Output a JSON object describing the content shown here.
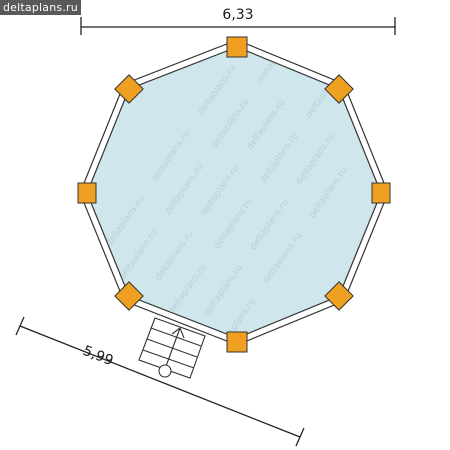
{
  "site_label": "deltaplans.ru",
  "watermark_text": "deltaplans.ru",
  "dimensions": {
    "top_width": "6,33",
    "side_length": "5,99"
  },
  "colors": {
    "floor_fill": "#cfe6ec",
    "wall_stroke": "#333333",
    "post_fill": "#f0a020",
    "post_stroke": "#333333"
  },
  "icons": {
    "entrance": "stair-arrow-icon"
  }
}
